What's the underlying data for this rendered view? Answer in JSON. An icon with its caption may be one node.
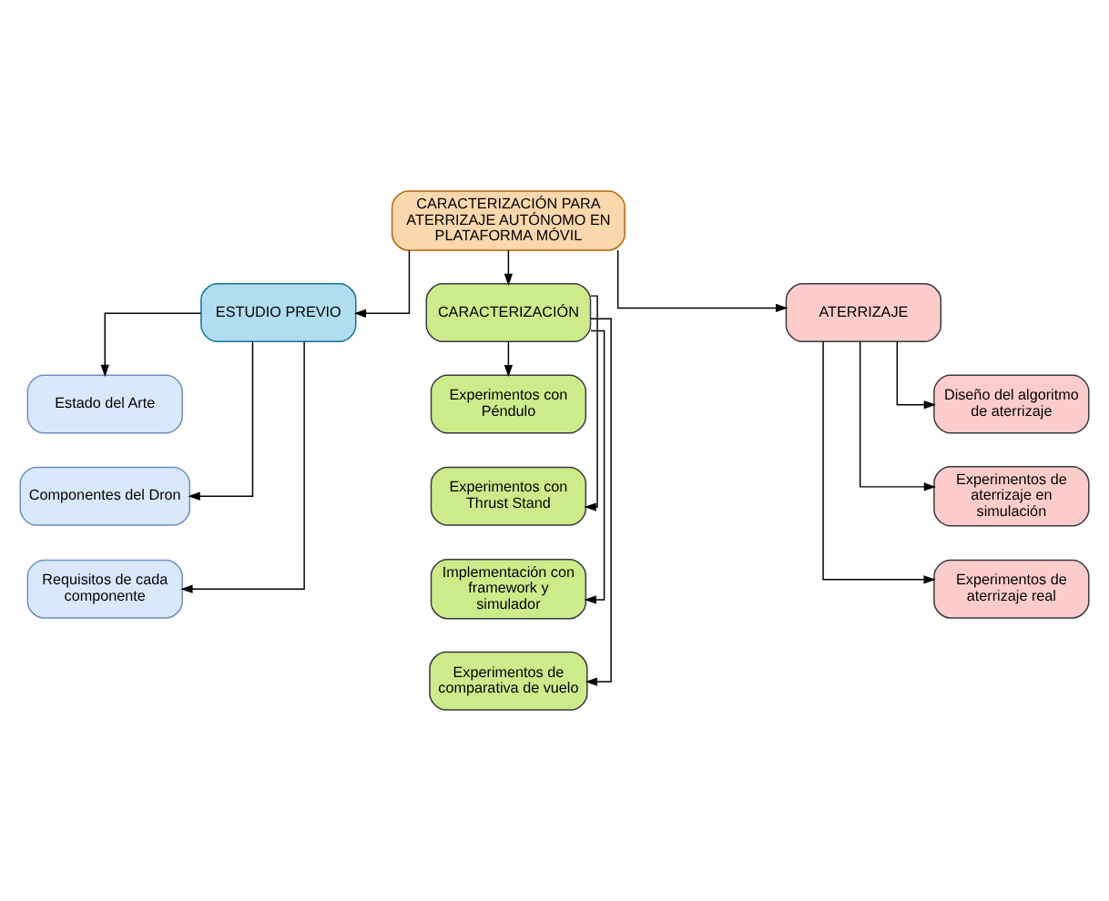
{
  "diagram": {
    "nodes": [
      {
        "text": [
          "CARACTERIZACIÓN PARA ATERRIZAJE AUTÓNOMO EN PLATAFORMA MÓVIL"
        ]
      },
      {
        "text": [
          "ESTUDIO PREVIO"
        ]
      },
      {
        "text": [
          "CARACTERIZACIÓN"
        ]
      },
      {
        "text": [
          "ATERRIZAJE"
        ]
      },
      {
        "text": [
          "Estado del Arte"
        ]
      },
      {
        "text": [
          "Componentes del Dron"
        ]
      },
      {
        "text": [
          "Requisitos de cada componente"
        ]
      },
      {
        "text": [
          "Experimentos con Péndulo"
        ]
      },
      {
        "text": [
          "Experimentos con Thrust Stand"
        ]
      },
      {
        "text": [
          "Implementación con framework y simulador"
        ]
      },
      {
        "text": [
          "Experimentos de comparativa de vuelo"
        ]
      },
      {
        "text": [
          "Diseño del algoritmo de aterrizaje"
        ]
      },
      {
        "text": [
          "Experimentos de aterrizaje en simulación"
        ]
      },
      {
        "text": [
          "Experimentos de aterrizaje real"
        ]
      }
    ],
    "edges": [
      {
        "from": 0,
        "to": 1,
        "arrow": "to"
      },
      {
        "from": 0,
        "to": 2,
        "arrow": "to"
      },
      {
        "from": 0,
        "to": 3,
        "arrow": "to"
      },
      {
        "from": 1,
        "to": 4,
        "arrow": "to"
      },
      {
        "from": 1,
        "to": 5,
        "arrow": "to"
      },
      {
        "from": 1,
        "to": 6,
        "arrow": "to"
      },
      {
        "from": 2,
        "to": 7,
        "arrow": "to"
      },
      {
        "from": 2,
        "to": 8,
        "arrow": "to"
      },
      {
        "from": 2,
        "to": 9,
        "arrow": "to"
      },
      {
        "from": 2,
        "to": 10,
        "arrow": "to"
      },
      {
        "from": 3,
        "to": 11,
        "arrow": "to"
      },
      {
        "from": 3,
        "to": 12,
        "arrow": "to"
      },
      {
        "from": 3,
        "to": 13,
        "arrow": "to"
      }
    ]
  }
}
